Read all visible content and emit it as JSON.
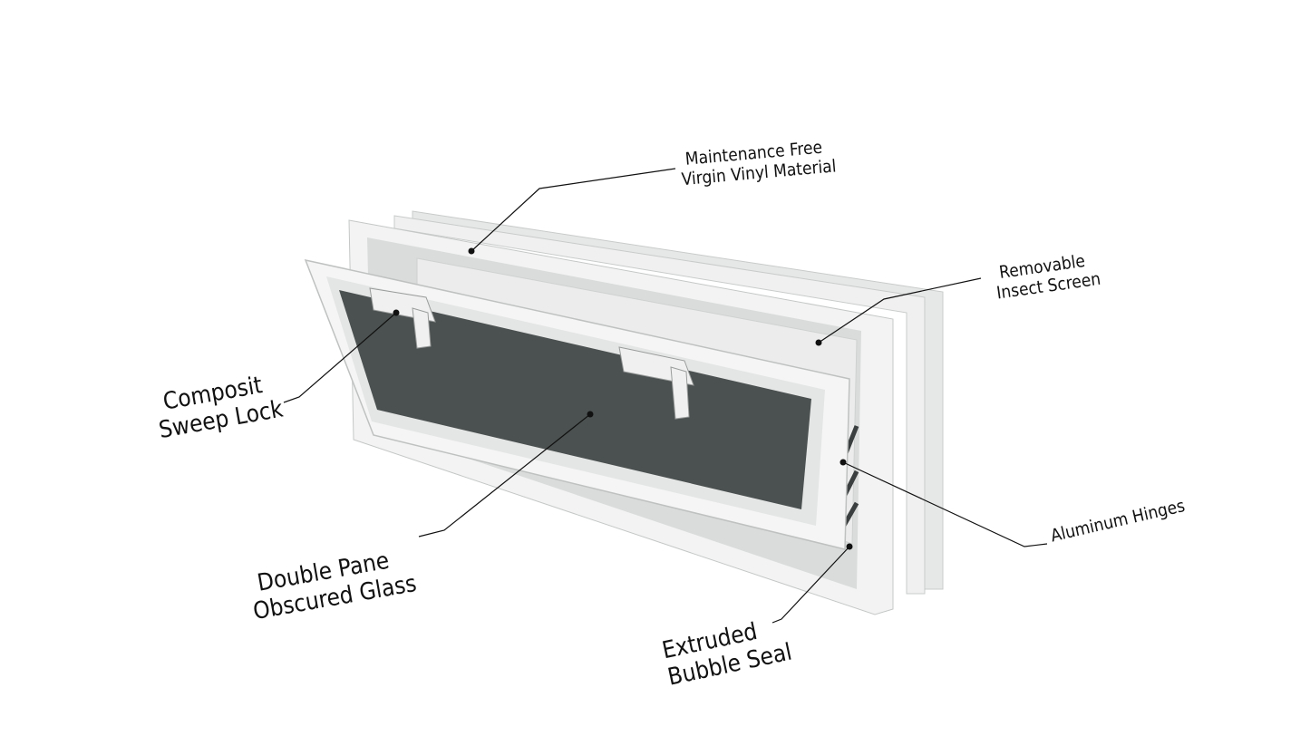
{
  "title": "Hopper Window Features",
  "callouts": {
    "vinyl": {
      "line1": "Maintenance Free",
      "line2": "Virgin Vinyl Material"
    },
    "screen": {
      "line1": "Removable",
      "line2": "Insect Screen"
    },
    "lock": {
      "line1": "Composit",
      "line2": "Sweep Lock"
    },
    "glass": {
      "line1": "Double Pane",
      "line2": "Obscured Glass"
    },
    "hinges": {
      "line1": "Aluminum Hinges"
    },
    "seal": {
      "line1": "Extruded",
      "line2": "Bubble Seal"
    }
  },
  "colors": {
    "frame": "#f2f2f2",
    "frame_shadow": "#d4d6d6",
    "glass": "#4b5150",
    "screen": "#e9eaea",
    "leader": "#111111"
  }
}
